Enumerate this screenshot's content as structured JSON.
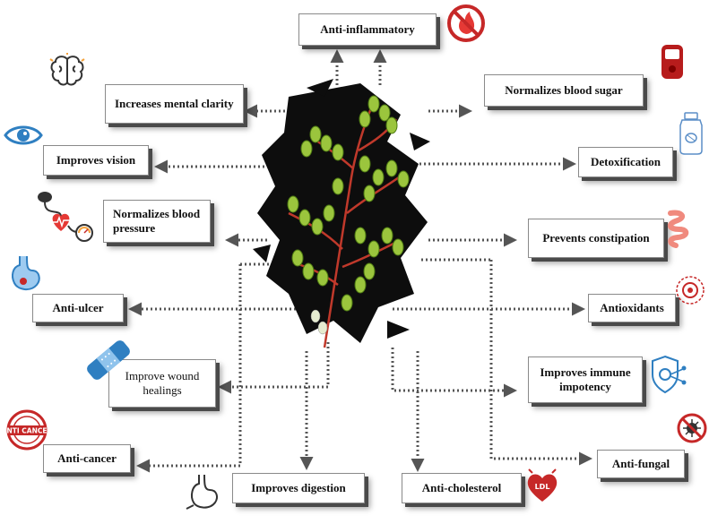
{
  "benefits": {
    "anti_inflammatory": "Anti-inflammatory",
    "mental_clarity": "Increases mental clarity",
    "blood_sugar": "Normalizes blood sugar",
    "vision": "Improves vision",
    "detoxification": "Detoxification",
    "blood_pressure": "Normalizes blood pressure",
    "constipation": "Prevents constipation",
    "anti_ulcer": "Anti-ulcer",
    "antioxidants": "Antioxidants",
    "wound_healing": "Improve wound healings",
    "immune": "Improves immune impotency",
    "anti_cancer": "Anti-cancer",
    "anti_fungal": "Anti-fungal",
    "digestion": "Improves digestion",
    "anti_cholesterol": "Anti-cholesterol"
  },
  "icon_labels": {
    "anti_cancer_stamp": "ANTI CANCER",
    "ldl_heart": "LDL"
  },
  "colors": {
    "leaf": "#9bc53d",
    "leaf_dark": "#4d7a12",
    "stem": "#c0392b",
    "ink": "#111111",
    "icon_blue": "#2f7fc1",
    "icon_red": "#c62828"
  }
}
